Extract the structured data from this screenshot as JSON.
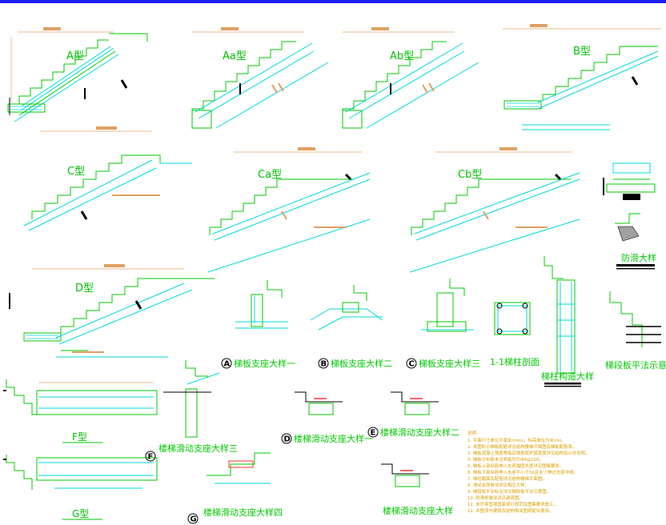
{
  "drawing": {
    "stair_types": [
      {
        "id": "A",
        "label": "A型"
      },
      {
        "id": "Aa",
        "label": "Aa型"
      },
      {
        "id": "Ab",
        "label": "Ab型"
      },
      {
        "id": "B",
        "label": "B型"
      },
      {
        "id": "C",
        "label": "C型"
      },
      {
        "id": "Ca",
        "label": "Ca型"
      },
      {
        "id": "Cb",
        "label": "Cb型"
      },
      {
        "id": "D",
        "label": "D型"
      },
      {
        "id": "F",
        "label": "F型"
      },
      {
        "id": "G",
        "label": "G型"
      }
    ],
    "details": [
      {
        "mark": "A",
        "title": "梯板支座大样一"
      },
      {
        "mark": "B",
        "title": "梯板支座大样二"
      },
      {
        "mark": "C",
        "title": "梯板支座大样三"
      },
      {
        "mark": "",
        "title": "1-1梯柱剖面"
      },
      {
        "mark": "",
        "title": "梯柱构造大样"
      },
      {
        "mark": "",
        "title": "梯段板平法示意图"
      },
      {
        "mark": "",
        "title": "防滑大样"
      },
      {
        "mark": "F",
        "title": "楼梯滑动支座大样三"
      },
      {
        "mark": "D",
        "title": "楼梯滑动支座大样一"
      },
      {
        "mark": "E",
        "title": "楼梯滑动支座大样二"
      },
      {
        "mark": "G",
        "title": "楼梯滑动支座大样四"
      },
      {
        "mark": "",
        "title": "楼梯滑动支座大样"
      }
    ],
    "notes": {
      "heading": "说明:",
      "lines": [
        "1. 平面尺寸单位为毫米(mm)，标高单位为米(m)。",
        "2. 本图所示梯板配筋详见结构楼梯平面图及梯板配筋表。",
        "3. 梯板混凝土强度等级及钢筋保护层厚度详见结构设计总说明。",
        "4. 梯板分布筋未注明者均为Φ8@200。",
        "5. 梯板上部纵筋伸入支座锚固长度详见图集要求。",
        "6. 梯板下部纵筋伸入支座不小于5d且至少伸过支座中线。",
        "7. 梯柱截面及配筋详见结构楼梯平面图。",
        "8. 滑动支座做法详见相应大样。",
        "9. 梯段板平法标注详见梯段板平法示意图。",
        "10. 防滑条做法详见建筑图。",
        "11. 未尽事宜按国家现行规范及图集要求施工。",
        "12. 本图须与建筑及结构相关图纸配合使用。"
      ]
    }
  },
  "colors": {
    "frame": "#1c1cf0",
    "concrete": "#00c800",
    "rebar": "#00d8d8",
    "dimension": "#e0a060",
    "bar_marker": "#000000",
    "notes": "#d8a000"
  }
}
